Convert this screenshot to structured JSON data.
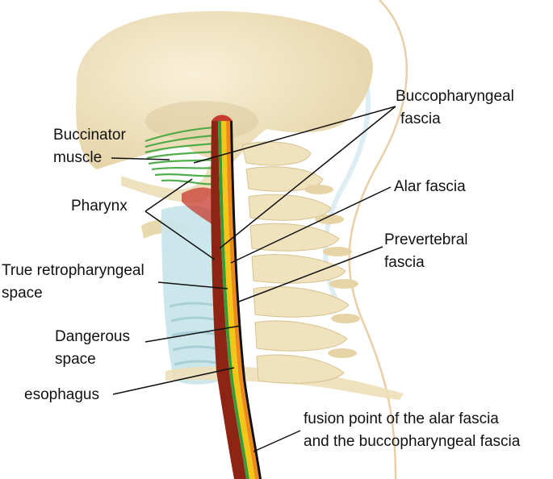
{
  "labels": {
    "buccinator": [
      "Buccinator",
      "muscle"
    ],
    "pharynx": "Pharynx",
    "true_retro": [
      "True retropharyngeal",
      "space"
    ],
    "dangerous": [
      "Dangerous",
      "space"
    ],
    "esophagus": "esophagus",
    "buccopharyngeal": [
      "Buccopharyngeal",
      "fascia"
    ],
    "alar": "Alar fascia",
    "prevertebral": [
      "Prevertebral",
      "fascia"
    ],
    "fusion": [
      "fusion point of the alar fascia",
      "and the buccopharyngeal fascia"
    ]
  },
  "colors": {
    "bone": "#f1e4c1",
    "bone_shadow": "#d9c79a",
    "muscle_green": "#3fa63c",
    "trachea": "#c9e6ea",
    "esophagus_red": "#8e2414",
    "fascia_yellow": "#f5c518",
    "fascia_orange": "#ee8a1b",
    "fascia_green": "#3a9a35",
    "prevertebral_black": "#111111",
    "skin_line": "#e8cfa8",
    "leader": "#111111"
  }
}
